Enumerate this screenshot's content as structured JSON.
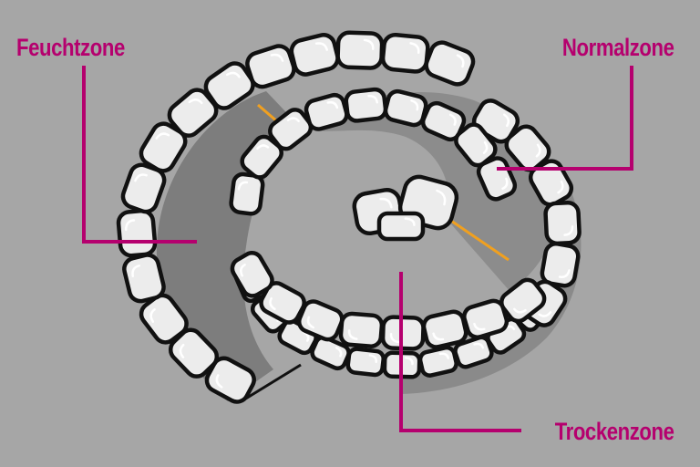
{
  "labels": {
    "wet_zone": "Feuchtzone",
    "normal_zone": "Normalzone",
    "dry_zone": "Trockenzone"
  },
  "colors": {
    "background": "#a6a6a6",
    "wet_zone_fill": "#7d7d7d",
    "normal_zone_fill": "#8c8c8c",
    "stone_fill": "#ececec",
    "stone_outline": "#111111",
    "label_color": "#b5006e",
    "divider_line": "#f0a020"
  },
  "icons": {
    "stones": "stone-spiral-icon",
    "divider": "zone-divider-line-icon"
  }
}
